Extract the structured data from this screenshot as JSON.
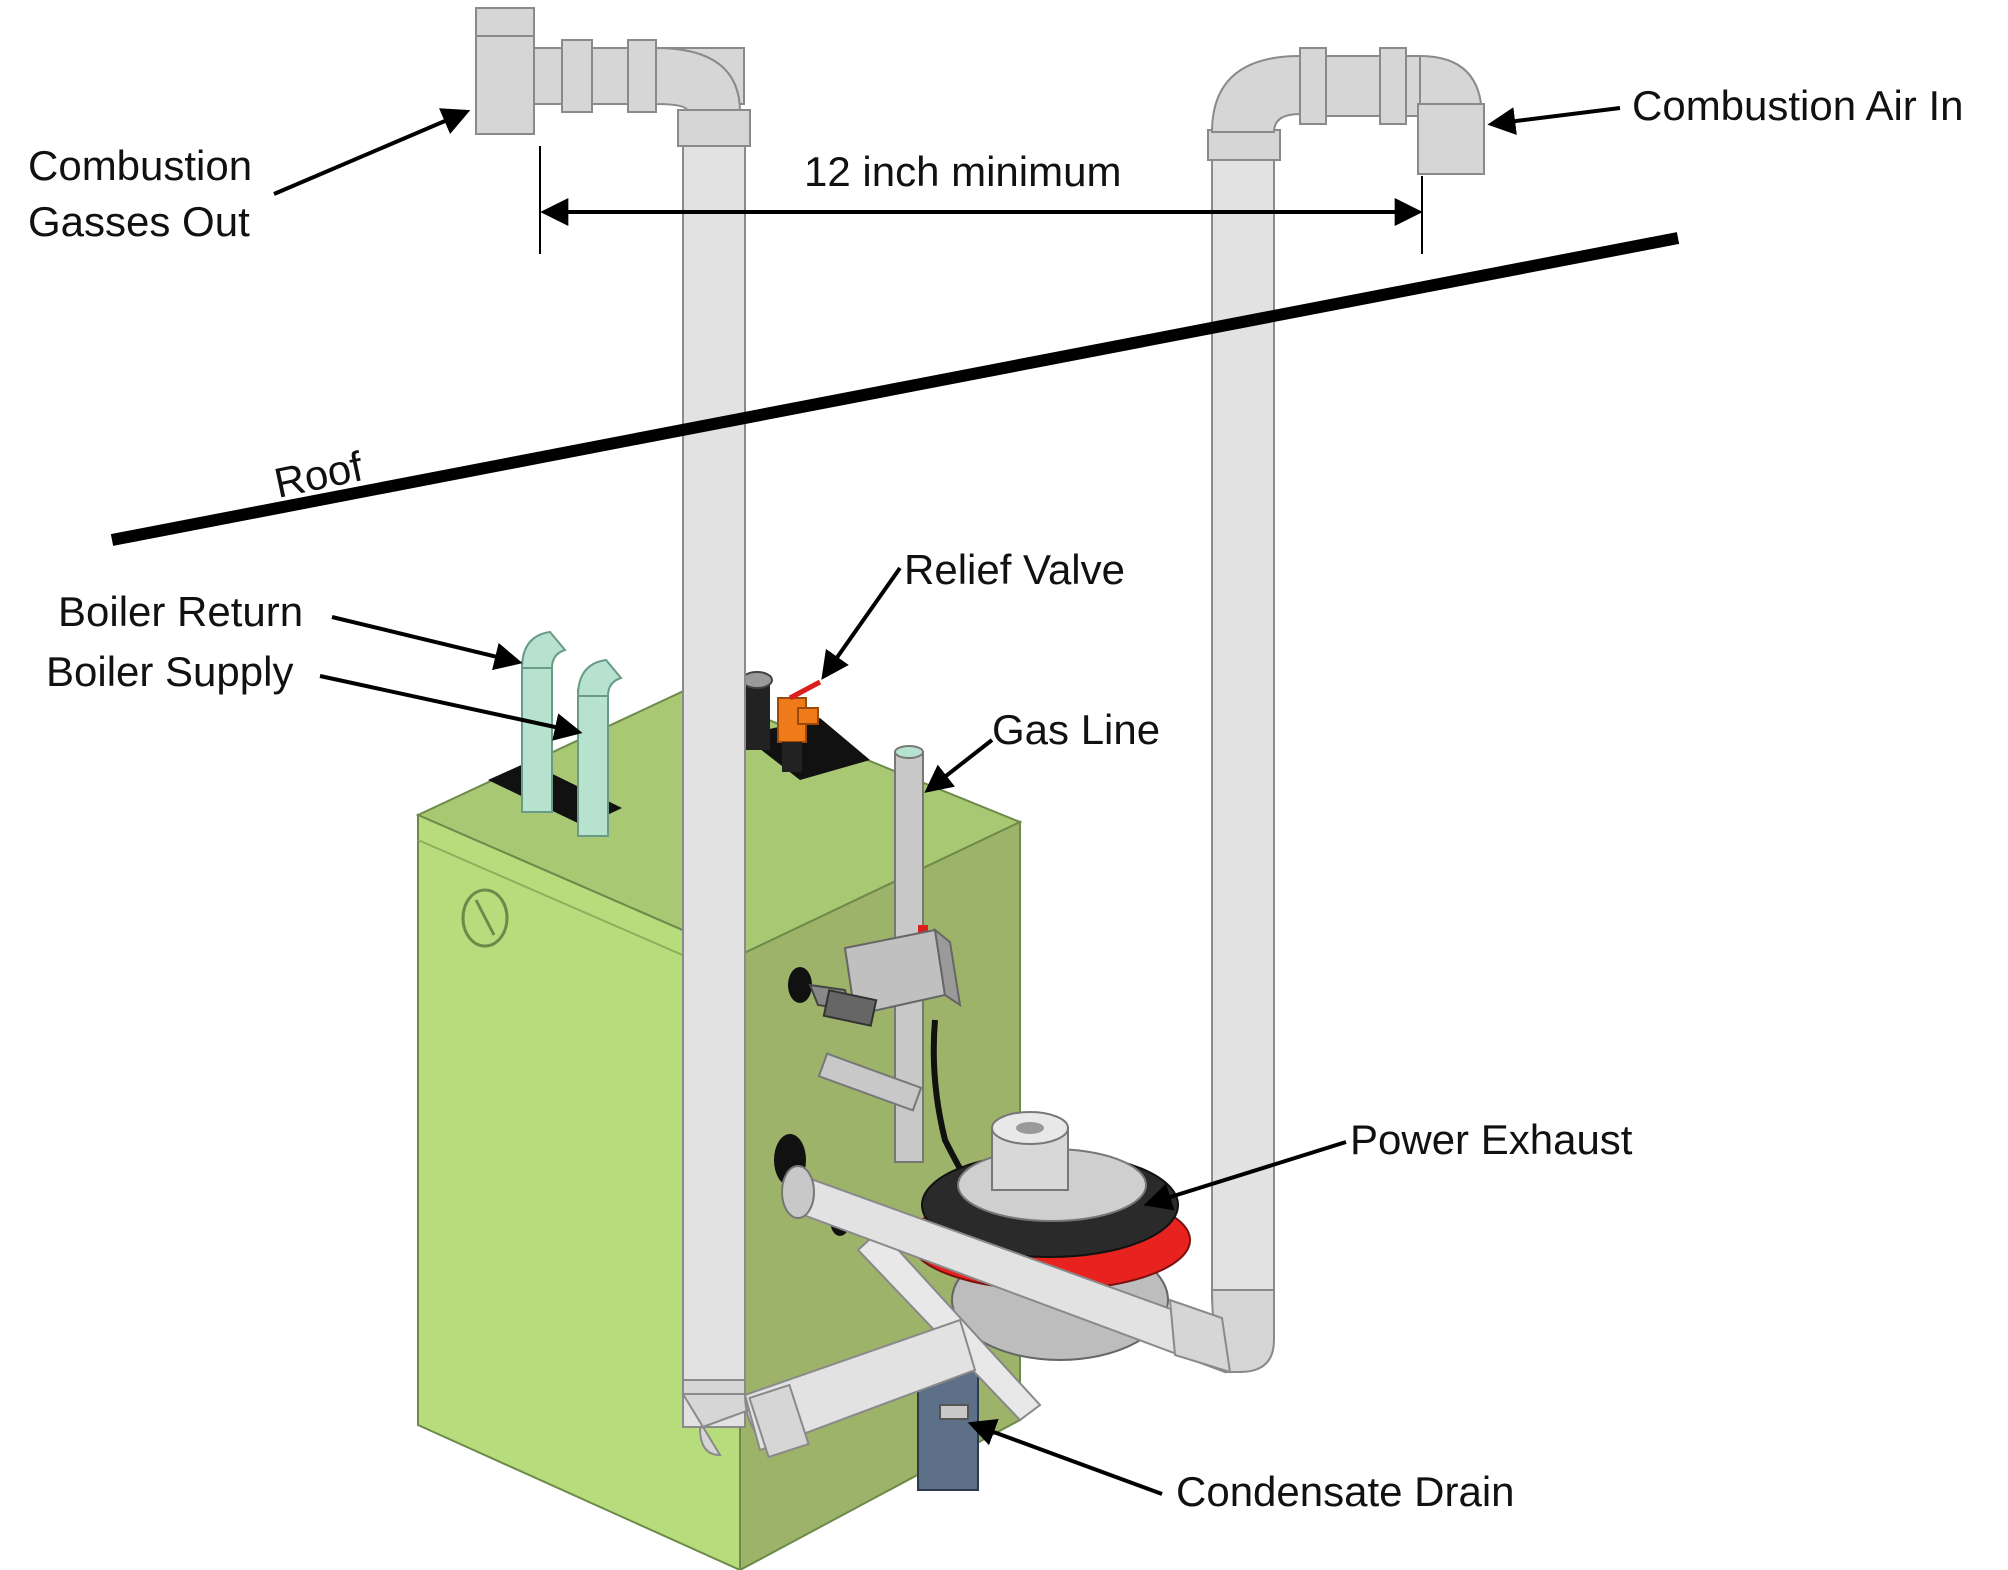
{
  "labels": {
    "combustion_gasses_out_line1": "Combustion",
    "combustion_gasses_out_line2": "Gasses Out",
    "combustion_air_in": "Combustion Air In",
    "min_distance": "12 inch minimum",
    "roof": "Roof",
    "boiler_return": "Boiler Return",
    "boiler_supply": "Boiler Supply",
    "relief_valve": "Relief Valve",
    "gas_line": "Gas Line",
    "power_exhaust": "Power Exhaust",
    "condensate_drain": "Condensate Drain"
  },
  "colors": {
    "boiler_front": "#b6dc7c",
    "boiler_side": "#9db36a",
    "boiler_top": "#a9c874",
    "pvc_pipe": "#e2e2e2",
    "boiler_water_pipe": "#b6e2cf",
    "relief_valve": "#ef7a1a",
    "gas_valve_handle": "#d9201f",
    "power_exhaust_ring": "#e8231f",
    "condensate_trap": "#5e7088",
    "roof_line": "#000000"
  }
}
